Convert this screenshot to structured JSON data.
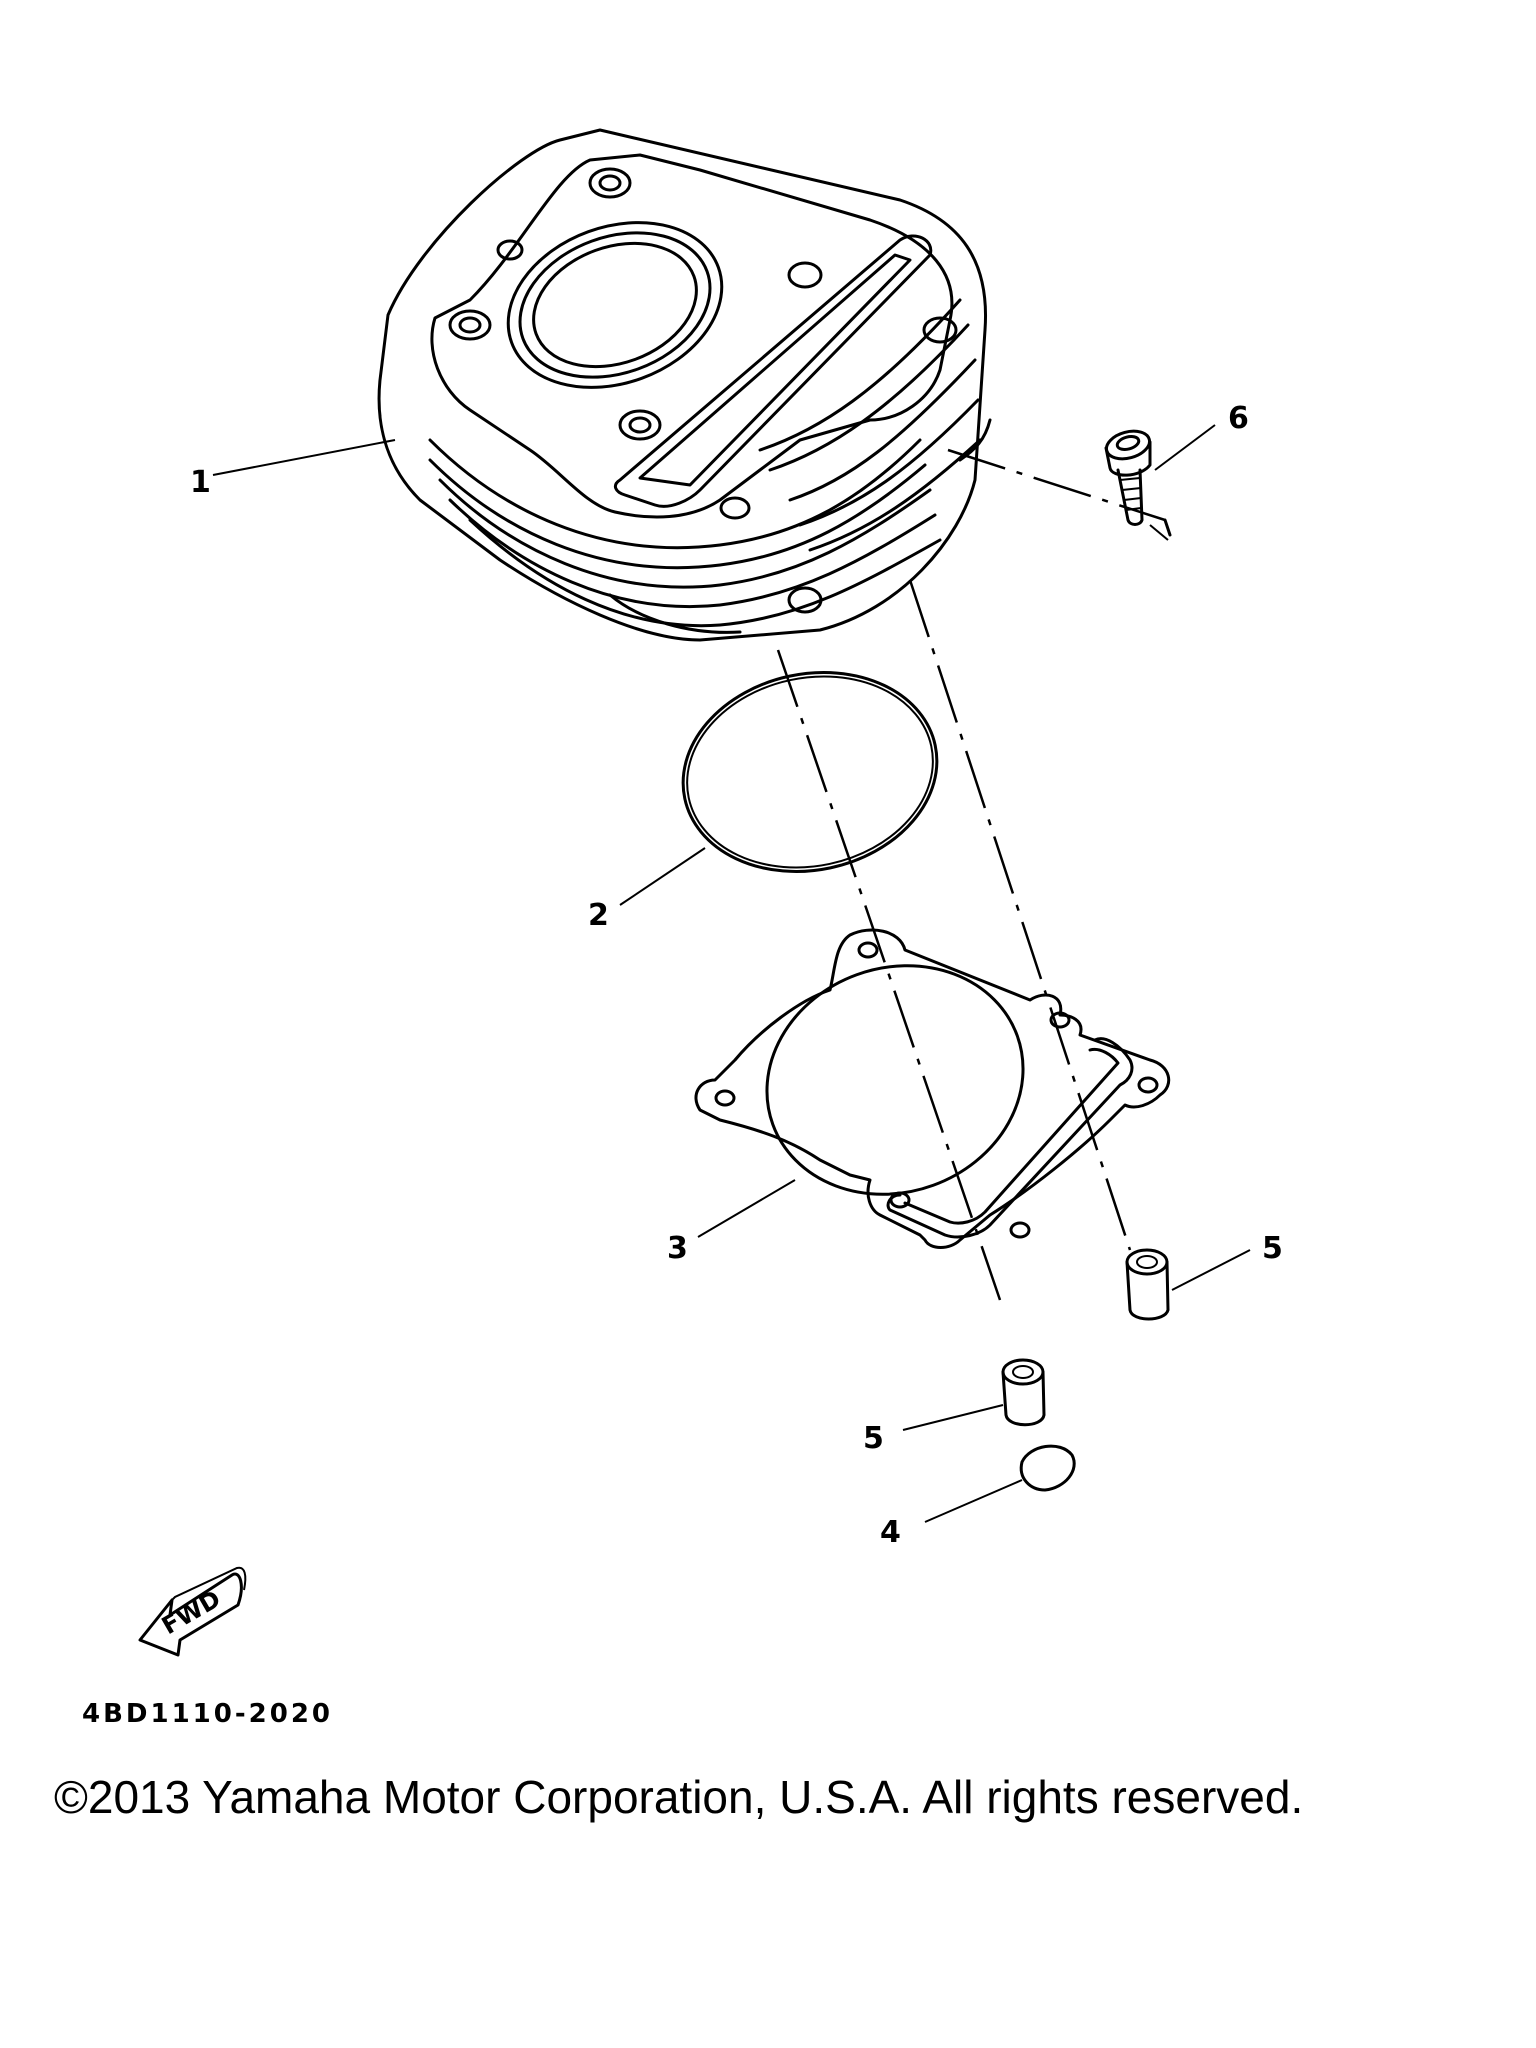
{
  "callouts": {
    "c1": "1",
    "c2": "2",
    "c3": "3",
    "c4": "4",
    "c5a": "5",
    "c5b": "5",
    "c6": "6"
  },
  "fwd_label": "FWD",
  "drawing_code": "4BD1110-2020",
  "copyright": "©2013 Yamaha Motor Corporation, U.S.A. All rights reserved."
}
